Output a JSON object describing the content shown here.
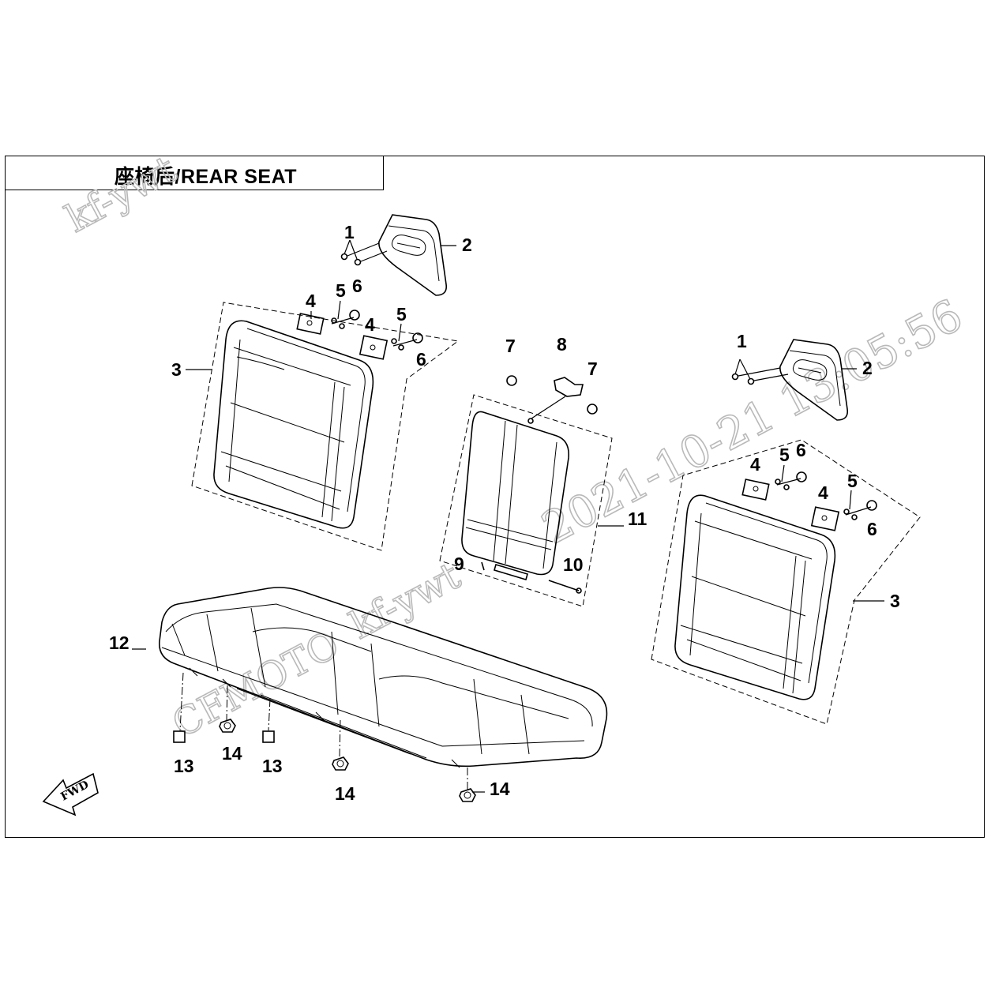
{
  "title": "座椅后/REAR SEAT",
  "watermark": {
    "brand": "CFMOTO",
    "user": "kf-ywt",
    "timestamp": "2021-10-21 13:05:56"
  },
  "fwd_label": "FWD",
  "callouts": [
    "1",
    "2",
    "3",
    "4",
    "5",
    "6",
    "7",
    "8",
    "9",
    "10",
    "11",
    "12",
    "13",
    "14"
  ]
}
